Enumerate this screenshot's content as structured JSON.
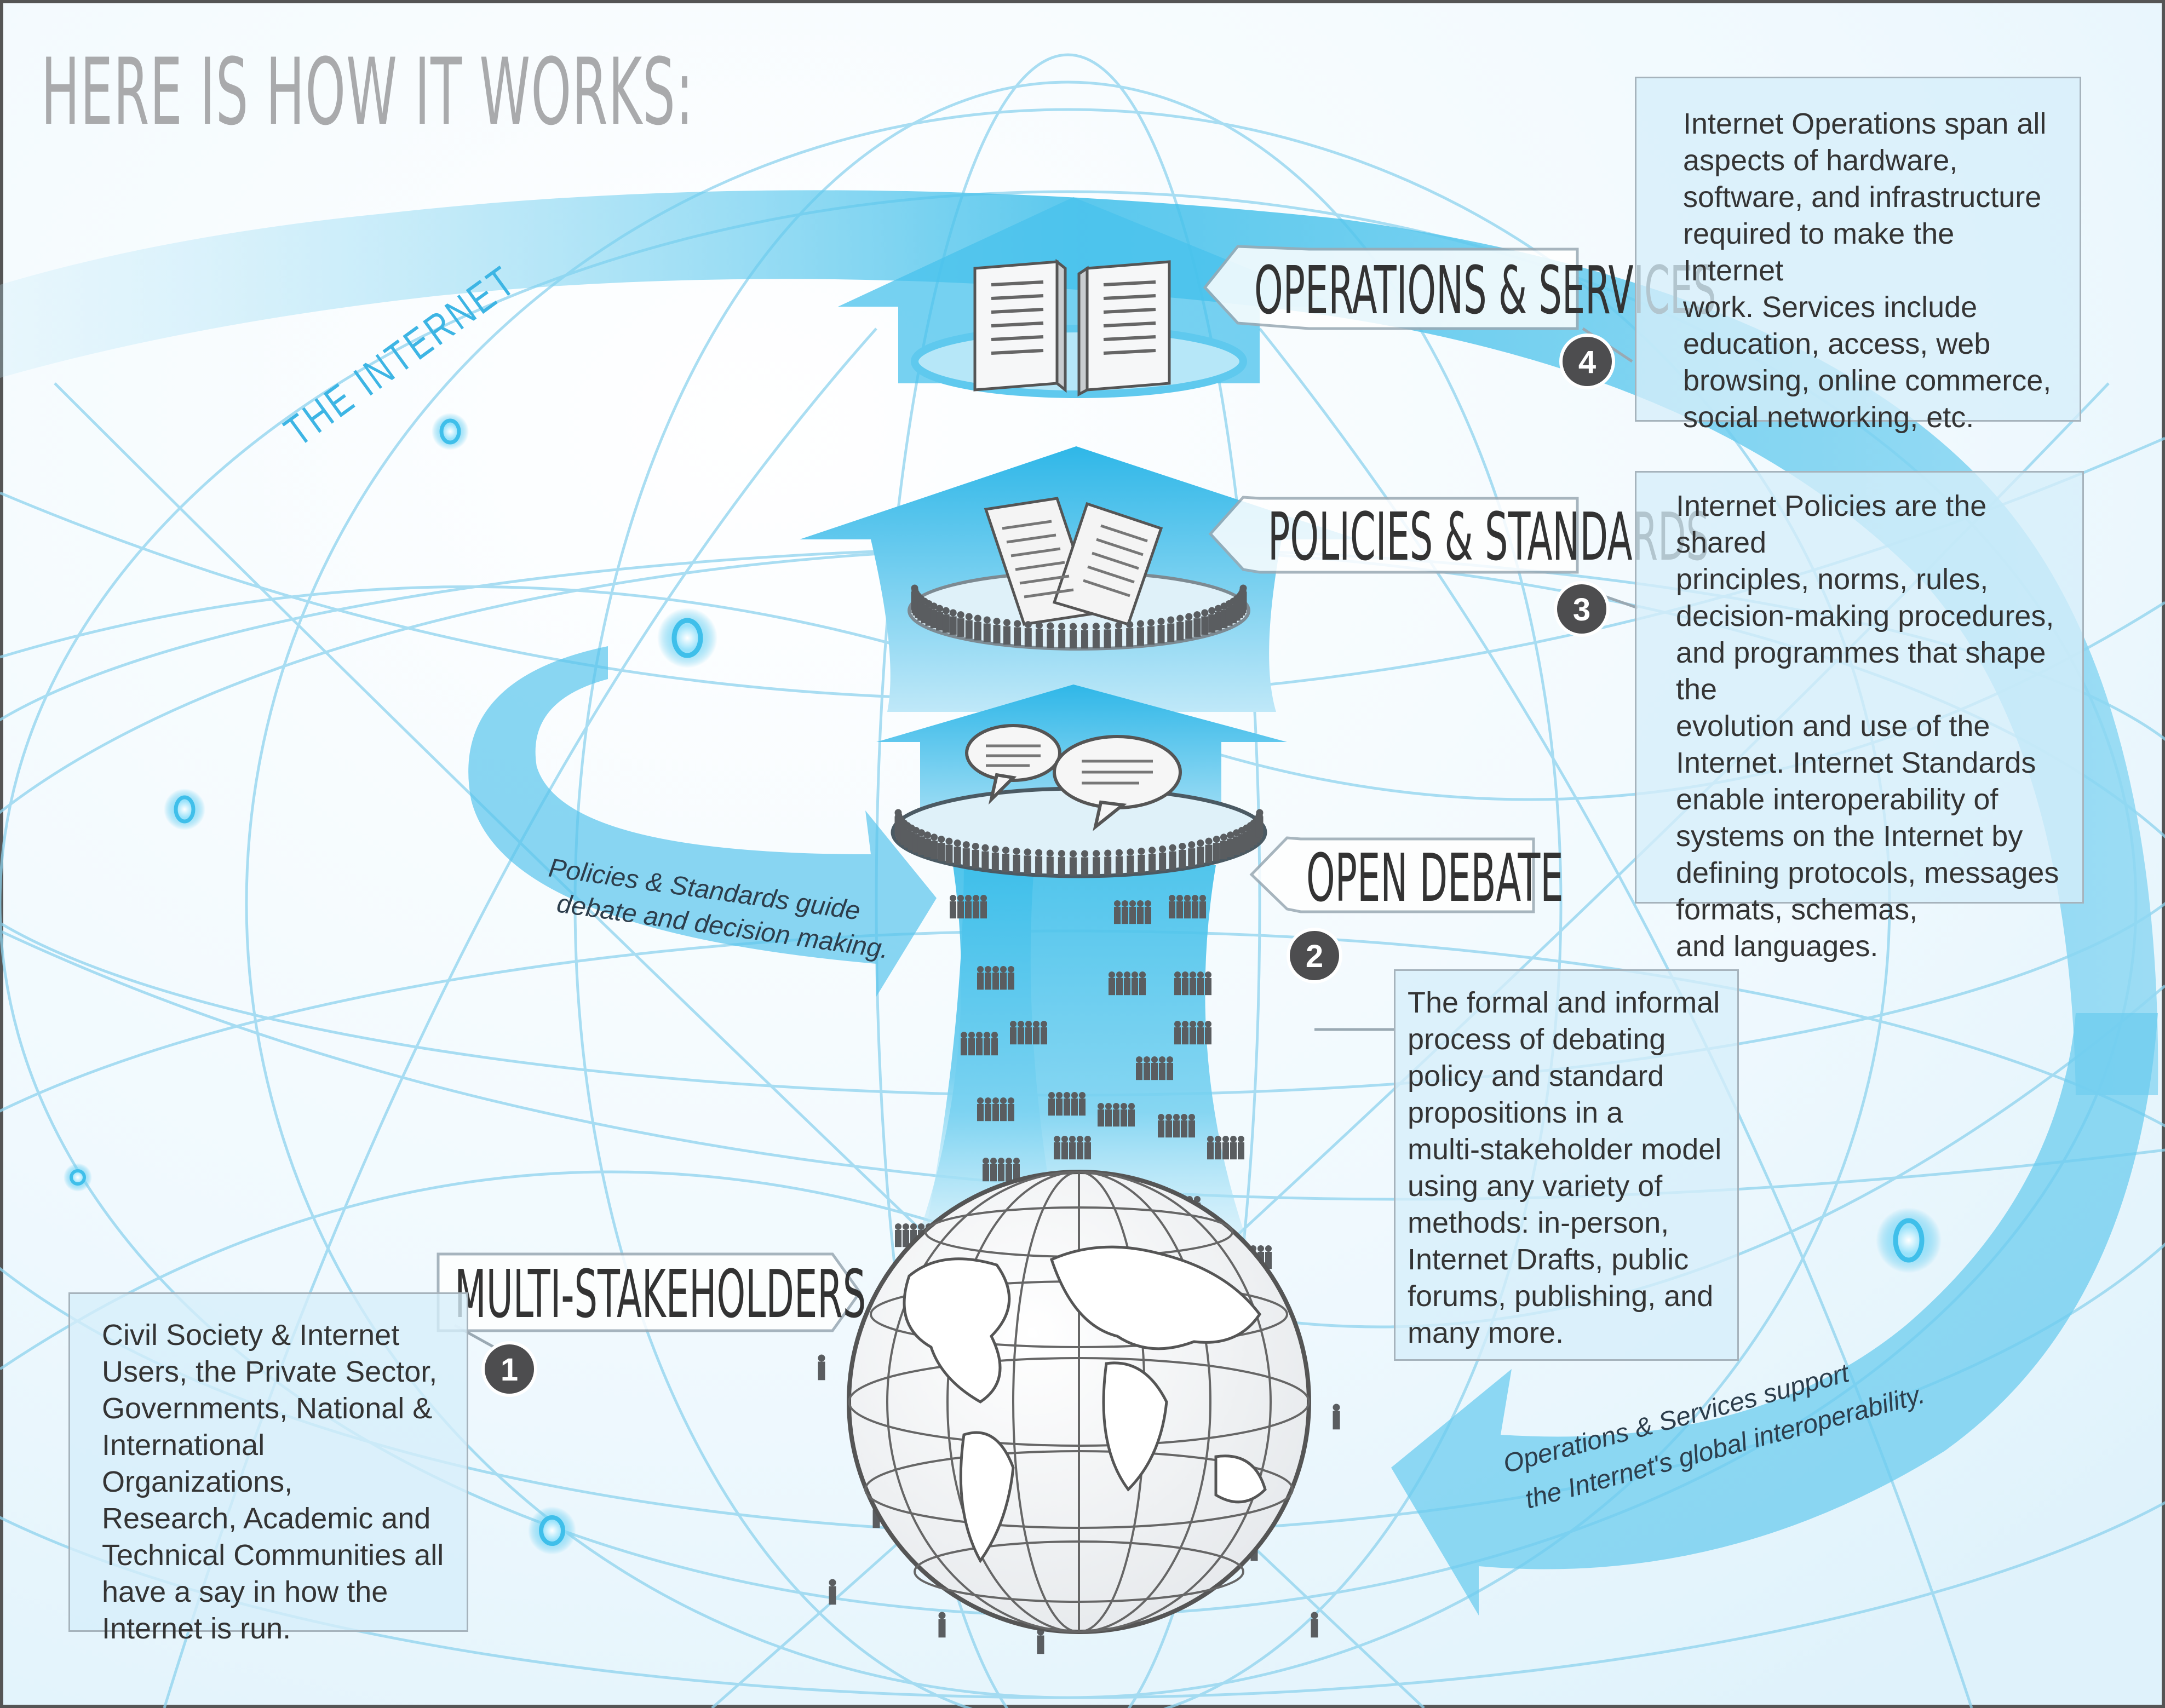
{
  "title": "HERE IS HOW IT WORKS:",
  "internet_label": "THE INTERNET",
  "steps": [
    {
      "number": "1",
      "label": "MULTI-STAKEHOLDERS",
      "description": "Civil Society & Internet\nUsers, the Private Sector,\nGovernments, National &\nInternational Organizations,\nResearch, Academic and\nTechnical Communities all\nhave a say in how the\nInternet is run."
    },
    {
      "number": "2",
      "label": "OPEN DEBATE",
      "description": "The formal and informal\nprocess of debating\npolicy and standard\npropositions in a\nmulti-stakeholder model\nusing any variety of\nmethods: in-person,\nInternet Drafts, public\nforums, publishing, and\nmany more."
    },
    {
      "number": "3",
      "label": "POLICIES & STANDARDS",
      "description": "Internet Policies are the shared\nprinciples, norms, rules,\ndecision-making procedures,\nand programmes that shape the\nevolution and use of the\nInternet. Internet Standards\nenable interoperability of\nsystems on the Internet by\ndefining protocols, messages\nformats, schemas,\nand languages."
    },
    {
      "number": "4",
      "label": "OPERATIONS & SERVICES",
      "description": "Internet Operations span all\naspects of hardware,\nsoftware, and infrastructure\nrequired to make the Internet\nwork. Services include\neducation, access, web\nbrowsing, online commerce,\nsocial networking, etc."
    }
  ],
  "loop_notes": {
    "left": "Policies & Standards guide\ndebate and decision making.",
    "right": "Operations & Services support\nthe Internet's global interoperability."
  },
  "colors": {
    "arrow_blue": "#3fbfea",
    "light_blue": "#d6eefa",
    "box_border": "#a6b3bc",
    "badge": "#4d4d4f",
    "title_gray": "#a9aaac"
  },
  "icons": [
    "server-icon",
    "document-icon",
    "speech-bubble-icon",
    "globe-icon",
    "people-crowd-icon"
  ]
}
